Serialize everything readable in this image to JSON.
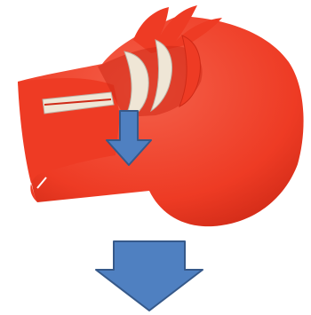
{
  "image": {
    "subject": "red-paper-cutout-with-arrows",
    "colors": {
      "background": "#ffffff",
      "paper_red": "#ee3b24",
      "paper_red_dark": "#cf2a17",
      "paper_red_light": "#f4604a",
      "cutout_cream": "#efe6d6",
      "cutout_gray": "#bdb2a6",
      "arrow_fill": "#4f80c1",
      "arrow_stroke": "#36598a"
    },
    "arrows": [
      {
        "name": "small-down-arrow-icon",
        "direction": "down"
      },
      {
        "name": "large-down-arrow-icon",
        "direction": "down"
      }
    ]
  }
}
